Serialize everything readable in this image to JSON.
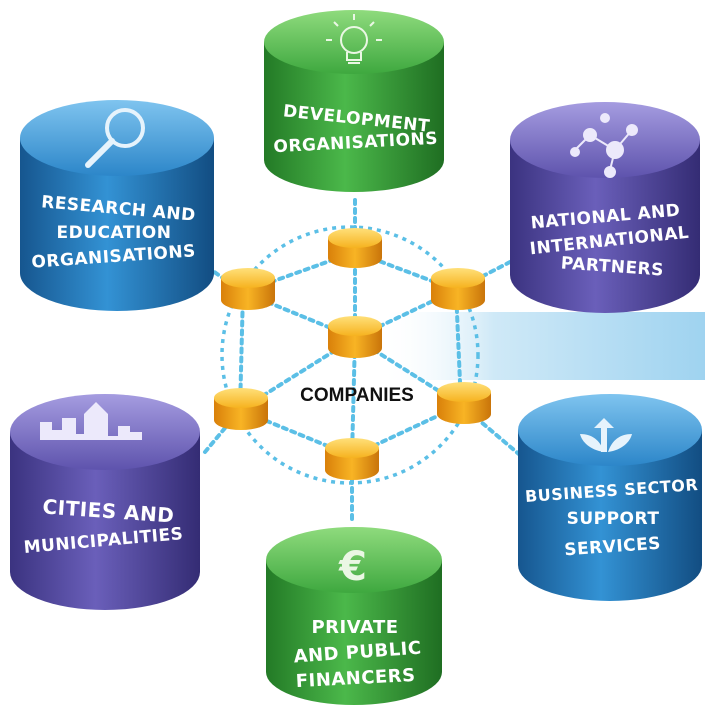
{
  "center": {
    "label": "COMPANIES"
  },
  "nodes": {
    "development": {
      "lines": [
        "DEVELOPMENT",
        "ORGANISATIONS"
      ],
      "color": "#39a33a",
      "icon": "lightbulb-icon"
    },
    "research": {
      "lines": [
        "RESEARCH AND",
        "EDUCATION",
        "ORGANISATIONS"
      ],
      "color": "#2a7fc3",
      "icon": "magnifier-icon"
    },
    "national": {
      "lines": [
        "NATIONAL AND",
        "INTERNATIONAL",
        "PARTNERS"
      ],
      "color": "#5b4fa8",
      "icon": "molecule-network-icon"
    },
    "cities": {
      "lines": [
        "CITIES AND",
        "MUNICIPALITIES"
      ],
      "color": "#5b4fa8",
      "icon": "city-skyline-icon"
    },
    "business": {
      "lines": [
        "BUSINESS SECTOR",
        "SUPPORT",
        "SERVICES"
      ],
      "color": "#2a7fc3",
      "icon": "sprout-arrow-icon"
    },
    "financers": {
      "lines": [
        "PRIVATE",
        "AND PUBLIC",
        "FINANCERS"
      ],
      "color": "#39a33a",
      "icon": "euro-icon"
    }
  },
  "colors": {
    "connector": "#5bbfe6",
    "company_disc": "#f2a516",
    "band": "#cfe9f7"
  }
}
